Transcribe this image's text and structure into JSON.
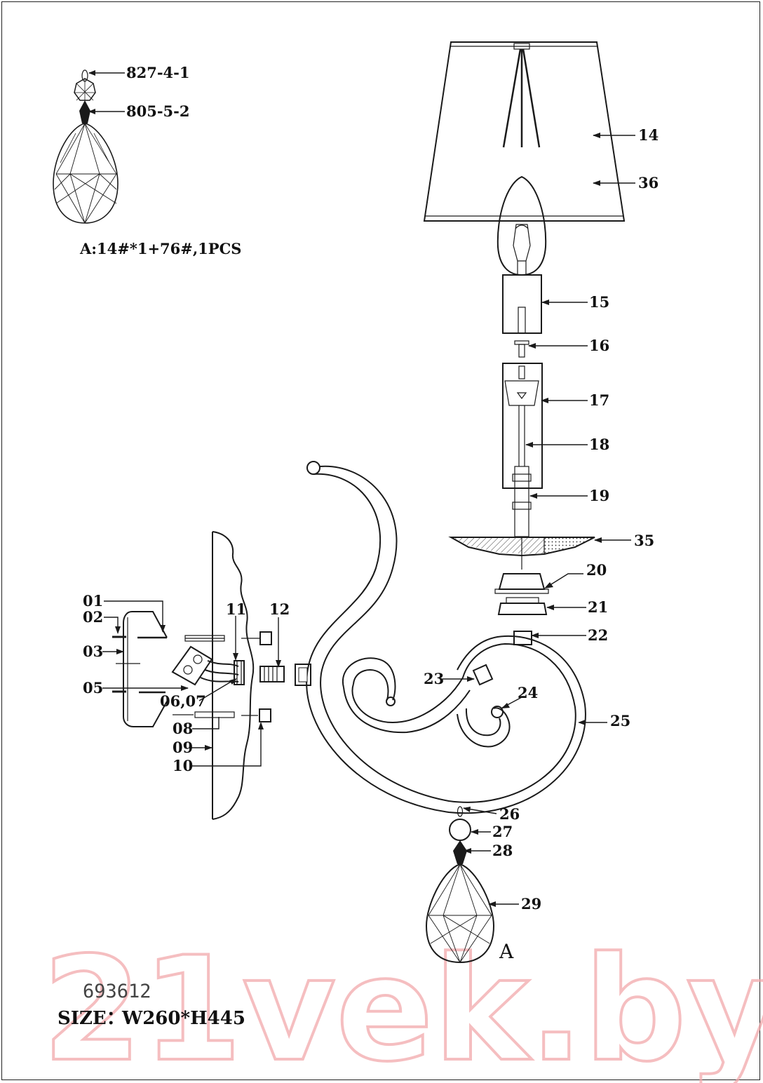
{
  "drawing": {
    "pendant_detail": {
      "labels": [
        "827-4-1",
        "805-5-2"
      ],
      "note": "A:14#*1+76#,1PCS"
    },
    "part_labels": {
      "p14": "14",
      "p36": "36",
      "p15": "15",
      "p16": "16",
      "p17": "17",
      "p18": "18",
      "p19": "19",
      "p35": "35",
      "p20": "20",
      "p21": "21",
      "p22": "22",
      "p23": "23",
      "p24": "24",
      "p25": "25",
      "p26": "26",
      "p27": "27",
      "p28": "28",
      "p29": "29",
      "p01": "01",
      "p02": "02",
      "p03": "03",
      "p05": "05",
      "p0607": "06,07",
      "p08": "08",
      "p09": "09",
      "p10": "10",
      "p11": "11",
      "p12": "12"
    },
    "detail_marker": "A",
    "model_code": "693612",
    "size_label": "SIZE：",
    "size_value": "W260*H445",
    "watermark": "21vek.by"
  }
}
